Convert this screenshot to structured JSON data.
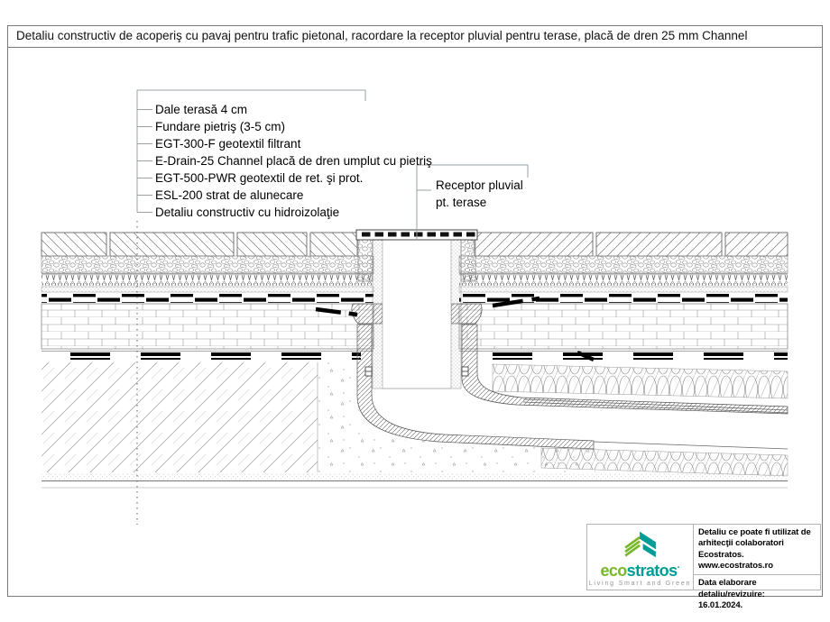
{
  "page": {
    "title": "Detaliu constructiv de acoperiş cu pavaj pentru trafic pietonal, racordare la receptor pluvial pentru terase, placă de dren 25 mm Channel"
  },
  "annotations": {
    "layer_labels": [
      "Dale terasă 4 cm",
      "Fundare pietriş (3-5 cm)",
      "EGT-300-F geotextil filtrant",
      "E-Drain-25 Channel placă de dren umplut cu pietriş",
      "EGT-500-PWR geotextil de ret. şi prot.",
      "ESL-200 strat de alunecare",
      "Detaliu constructiv cu hidroizolaţie"
    ],
    "receptor_line1": "Receptor pluvial",
    "receptor_line2": "pt. terase"
  },
  "infobox": {
    "usage_note": "Detaliu ce poate fi utilizat de arhitecţii colaboratori Ecostratos.",
    "website": "www.ecostratos.ro",
    "revision_label": "Data elaborare detaliu/revizuire:",
    "revision_date": "16.01.2024."
  },
  "logo": {
    "eco": "eco",
    "stratos": "stratos",
    "mark_dot": "·",
    "tagline": "Living Smart and Green"
  },
  "colors": {
    "logo_green": "#76b82a",
    "logo_teal": "#009c96",
    "leader_gray": "#9aa0a6",
    "frame_gray": "#7a7a7a",
    "ink": "#000000"
  }
}
